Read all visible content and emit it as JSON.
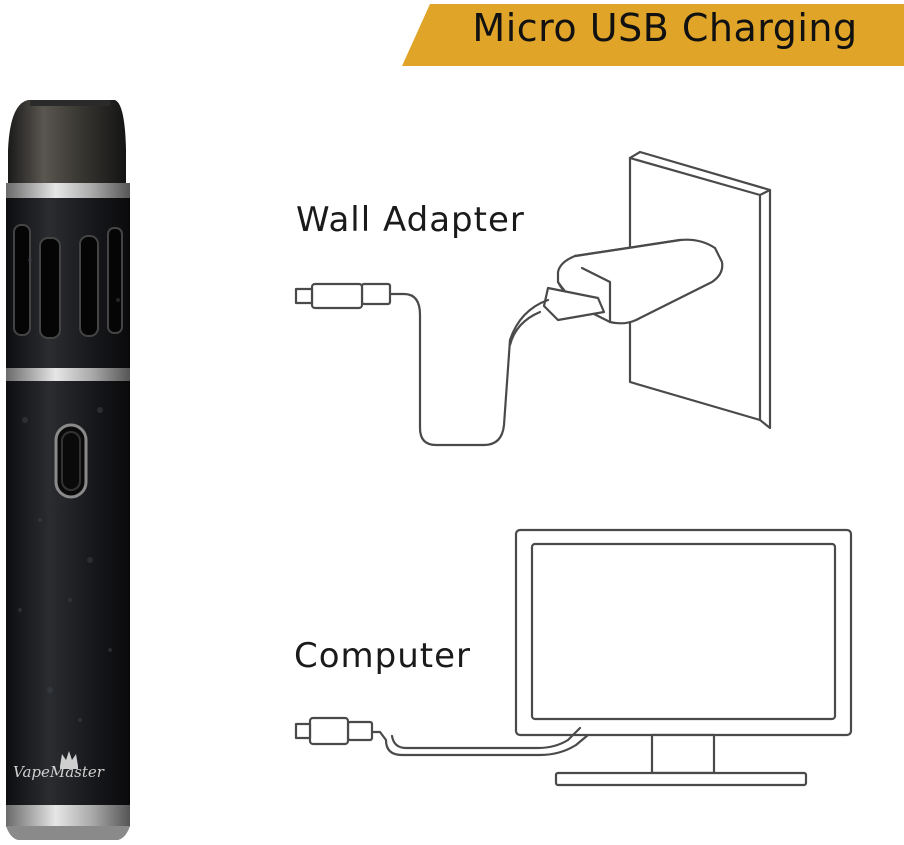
{
  "banner": {
    "title": "Micro USB Charging",
    "color": "#e0a428"
  },
  "labels": {
    "wall_adapter": "Wall Adapter",
    "computer": "Computer"
  },
  "device": {
    "brand": "VapeMaster",
    "body_color": "#1b1c1e",
    "ring_color": "#c8c8c8",
    "crown_icon": "crown-icon"
  },
  "line_color": "#4a4a4a"
}
